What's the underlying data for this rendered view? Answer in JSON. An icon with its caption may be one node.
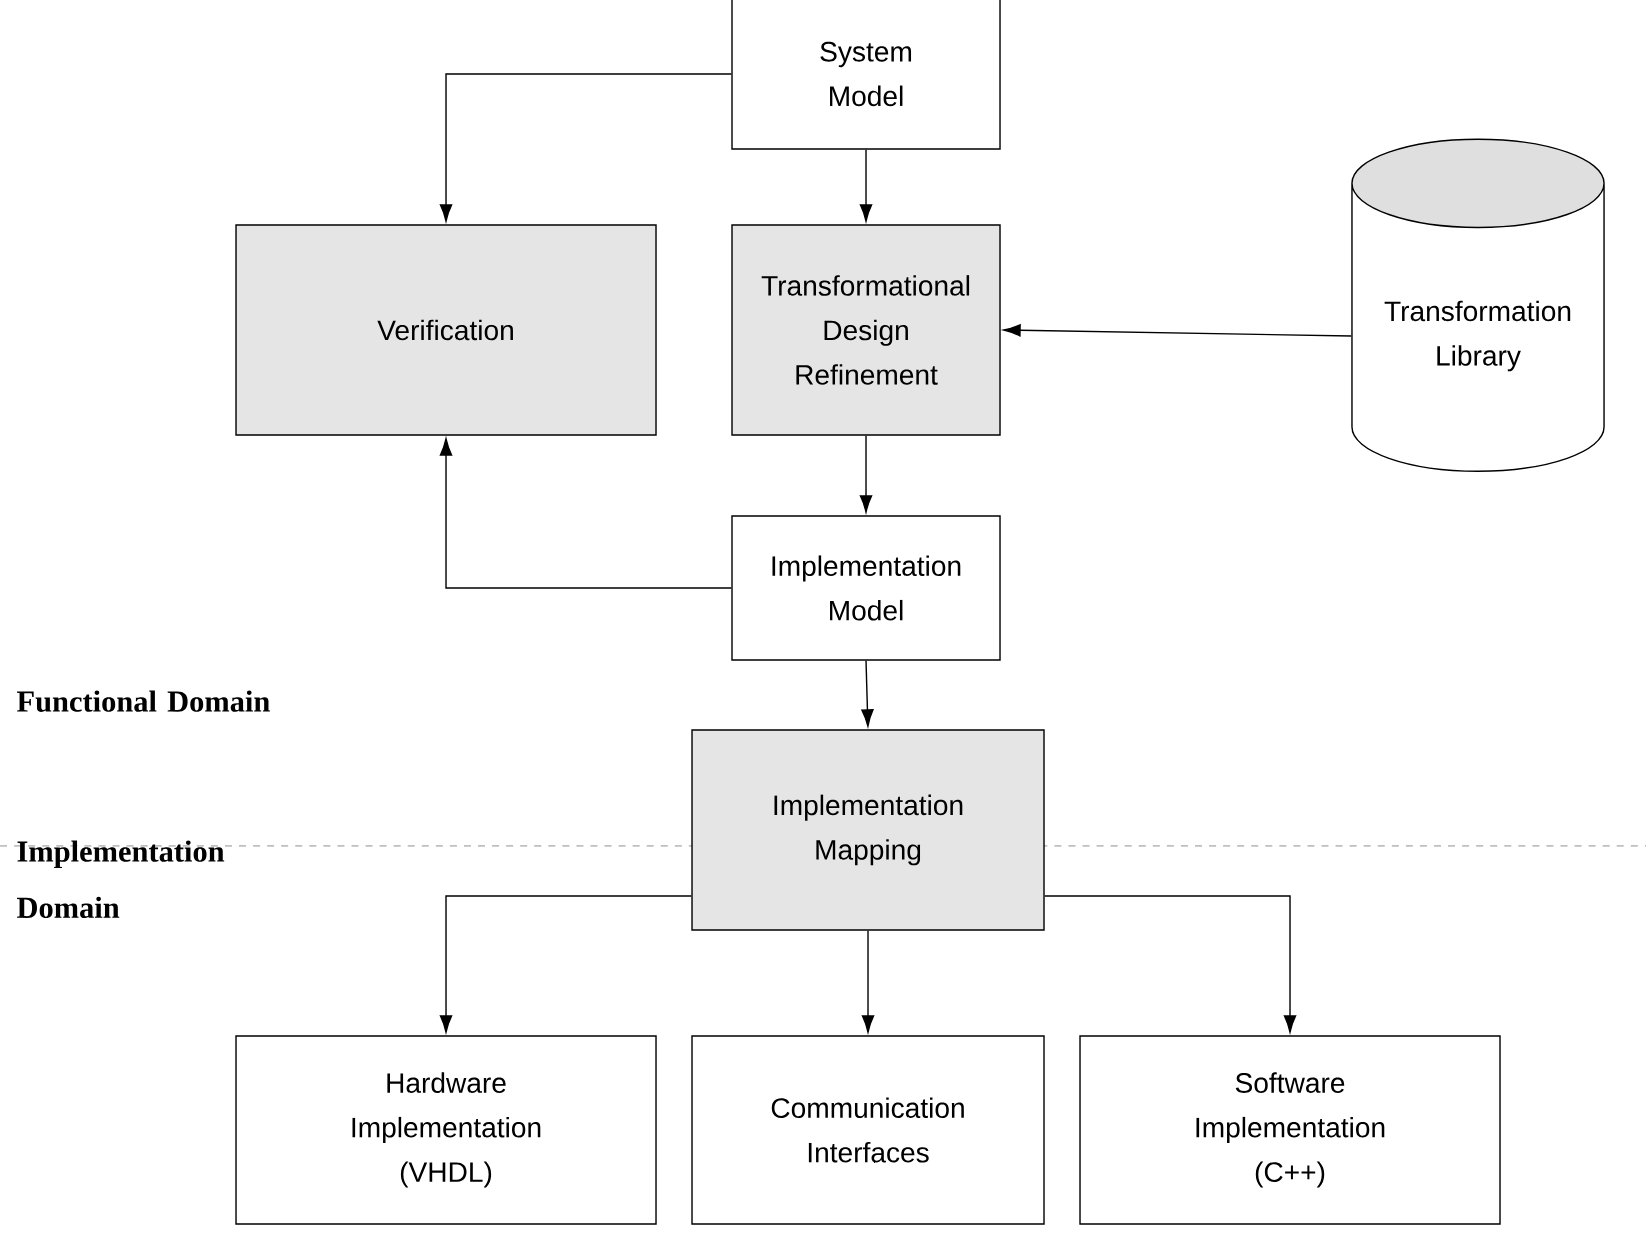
{
  "diagram": {
    "nodes": [
      {
        "text": [
          "System Model"
        ]
      },
      {
        "text": [
          "Verification"
        ]
      },
      {
        "text": [
          "Transformational Design Refinement"
        ]
      },
      {
        "text": [
          "Transformation Library"
        ]
      },
      {
        "text": [
          "Implementation Model"
        ]
      },
      {
        "text": [
          "Implementation Mapping"
        ]
      },
      {
        "text": [
          "Hardware Implementation (VHDL)"
        ]
      },
      {
        "text": [
          "Communication Interfaces"
        ]
      },
      {
        "text": [
          "Software Implementation (C++)"
        ]
      }
    ],
    "edges": [
      {
        "from": 0,
        "to": 1,
        "arrow": "to"
      },
      {
        "from": 0,
        "to": 2,
        "arrow": "to"
      },
      {
        "from": 3,
        "to": 2,
        "arrow": "to"
      },
      {
        "from": 2,
        "to": 4,
        "arrow": "to"
      },
      {
        "from": 4,
        "to": 1,
        "arrow": "to"
      },
      {
        "from": 4,
        "to": 5,
        "arrow": "to"
      },
      {
        "from": 5,
        "to": 6,
        "arrow": "to"
      },
      {
        "from": 5,
        "to": 7,
        "arrow": "to"
      },
      {
        "from": 5,
        "to": 8,
        "arrow": "to"
      }
    ],
    "labels": [
      "Functional Domain",
      "Implementation Domain"
    ]
  }
}
